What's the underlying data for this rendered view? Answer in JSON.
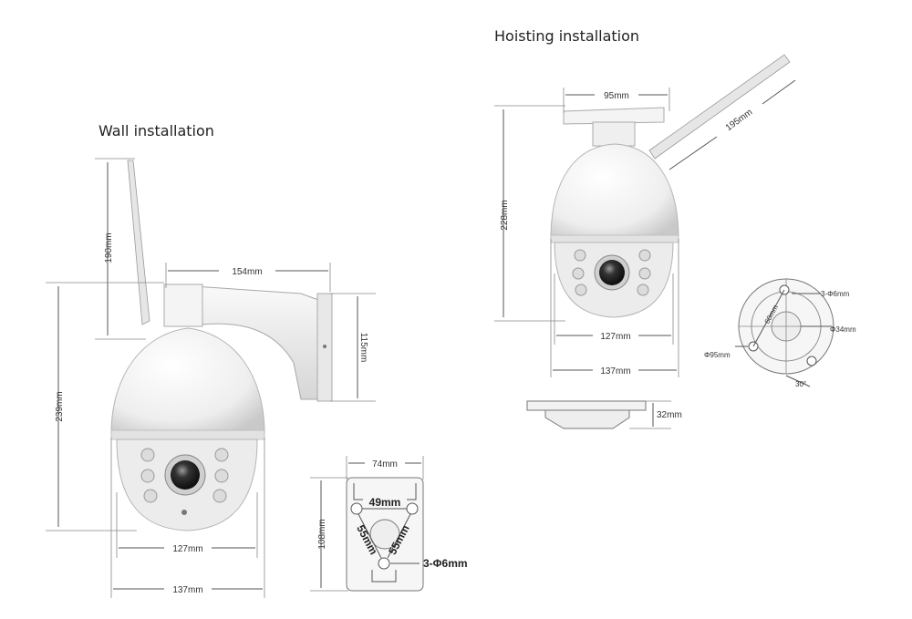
{
  "headings": {
    "wall": "Wall installation",
    "hoisting": "Hoisting installation"
  },
  "wall": {
    "antenna_length": "190mm",
    "bracket_length": "154mm",
    "bracket_height": "115mm",
    "total_height": "239mm",
    "dome_inner_width": "127mm",
    "dome_outer_width": "137mm"
  },
  "wall_plate": {
    "width": "74mm",
    "height": "108mm",
    "hole_spacing_top": "49mm",
    "hole_spacing_left": "55mm",
    "hole_spacing_right": "55mm",
    "holes": "3-Φ6mm"
  },
  "hoisting": {
    "mount_width": "95mm",
    "antenna_length": "195mm",
    "total_height": "228mm",
    "dome_inner_width": "127mm",
    "dome_outer_width": "137mm",
    "mount_height": "32mm"
  },
  "ceiling_plate": {
    "holes": "3-Φ6mm",
    "inner_diameter": "Φ34mm",
    "outer_diameter": "Φ95mm",
    "hole_spacing": "60mm",
    "angle": "30°"
  },
  "colors": {
    "body": "#f2f2f2",
    "shade": "#d8d8d8",
    "lens": "#222222",
    "line": "#555555"
  }
}
